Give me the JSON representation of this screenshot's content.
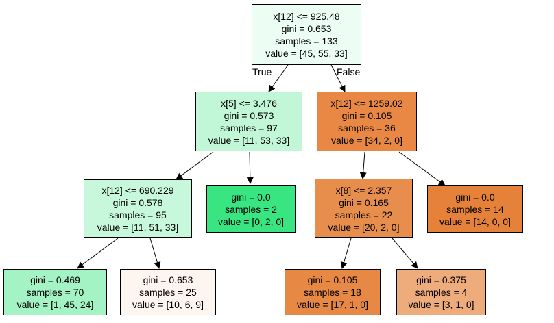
{
  "tree": {
    "edge_labels": {
      "true_label": "True",
      "false_label": "False"
    },
    "nodes": {
      "n0": {
        "split": "x[12] <= 925.48",
        "gini": "gini = 0.653",
        "samples": "samples = 133",
        "value": "value = [45, 55, 33]",
        "fill": "#ecfdf3"
      },
      "n1": {
        "split": "x[5] <= 3.476",
        "gini": "gini = 0.573",
        "samples": "samples = 97",
        "value": "value = [11, 53, 33]",
        "fill": "#c1f7d7"
      },
      "n2": {
        "split": "x[12] <= 1259.02",
        "gini": "gini = 0.105",
        "samples": "samples = 36",
        "value": "value = [34, 2, 0]",
        "fill": "#e88844"
      },
      "n3": {
        "split": "x[12] <= 690.229",
        "gini": "gini = 0.578",
        "samples": "samples = 95",
        "value": "value = [11, 51, 33]",
        "fill": "#c8f8db"
      },
      "n4": {
        "gini": "gini = 0.0",
        "samples": "samples = 2",
        "value": "value = [0, 2, 0]",
        "fill": "#39e581"
      },
      "n5": {
        "split": "x[8] <= 2.357",
        "gini": "gini = 0.165",
        "samples": "samples = 22",
        "value": "value = [20, 2, 0]",
        "fill": "#e88e4d"
      },
      "n6": {
        "gini": "gini = 0.0",
        "samples": "samples = 14",
        "value": "value = [14, 0, 0]",
        "fill": "#e58139"
      },
      "n7": {
        "gini": "gini = 0.469",
        "samples": "samples = 70",
        "value": "value = [1, 45, 24]",
        "fill": "#a4f3c5"
      },
      "n8": {
        "gini": "gini = 0.653",
        "samples": "samples = 25",
        "value": "value = [10, 6, 9]",
        "fill": "#fdf5f0"
      },
      "n9": {
        "gini": "gini = 0.105",
        "samples": "samples = 18",
        "value": "value = [17, 1, 0]",
        "fill": "#e78845"
      },
      "n10": {
        "gini": "gini = 0.375",
        "samples": "samples = 4",
        "value": "value = [3, 1, 0]",
        "fill": "#eeab7b"
      }
    }
  }
}
